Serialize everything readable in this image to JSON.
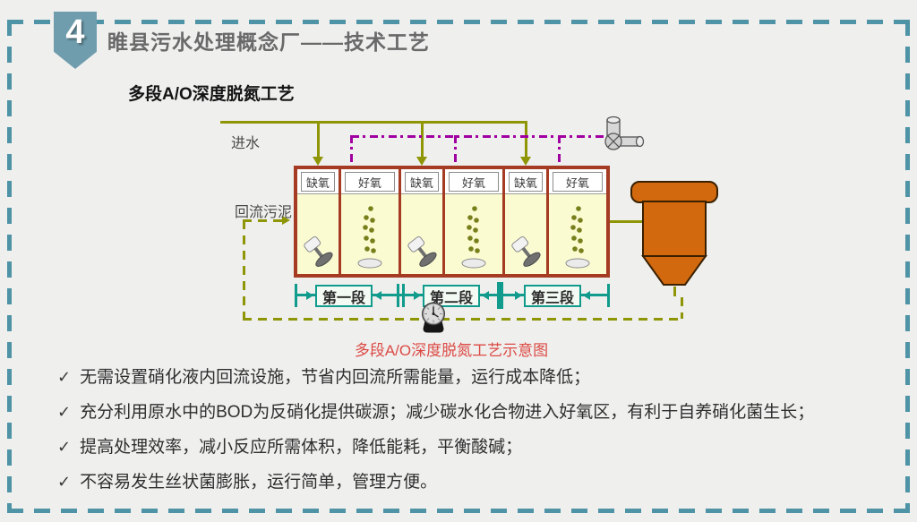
{
  "header": {
    "badge": "4",
    "title": "睢县污水处理概念厂——技术工艺"
  },
  "section": {
    "subtitle": "多段A/O深度脱氮工艺",
    "caption": "多段A/O深度脱氮工艺示意图"
  },
  "diagram": {
    "influent_label": "进水",
    "return_sludge_label": "回流污泥",
    "tanks": [
      {
        "label": "缺氧",
        "type": "anoxic"
      },
      {
        "label": "好氧",
        "type": "aerobic"
      },
      {
        "label": "缺氧",
        "type": "anoxic"
      },
      {
        "label": "好氧",
        "type": "aerobic"
      },
      {
        "label": "缺氧",
        "type": "anoxic"
      },
      {
        "label": "好氧",
        "type": "aerobic"
      }
    ],
    "stages": [
      {
        "label": "第一段"
      },
      {
        "label": "第二段"
      },
      {
        "label": "第三段"
      }
    ]
  },
  "bullets": {
    "check": "✓",
    "items": [
      "无需设置硝化液内回流设施，节省内回流所需能量，运行成本降低；",
      "充分利用原水中的BOD为反硝化提供碳源；减少碳水化合物进入好氧区，有利于自养硝化菌生长；",
      "提高处理效率，减小反应所需体积，降低能耗，平衡酸碱；",
      "不容易发生丝状菌膨胀，运行简单，管理方便。"
    ]
  },
  "colors": {
    "slide_background": "#EFEFED",
    "border_teal": "#4F93A6",
    "badge_teal": "#6F9DAD",
    "title_gray": "#696969",
    "pipe_olive": "#8F9606",
    "aeration_purple": "#A100A1",
    "tank_border_red": "#A43B22",
    "tank_fill_yellow": "#FBFBD2",
    "clarifier_orange": "#D2690E",
    "stage_teal": "#109B8C",
    "caption_red": "#DC4A45",
    "body_text": "#2E2E2E"
  }
}
